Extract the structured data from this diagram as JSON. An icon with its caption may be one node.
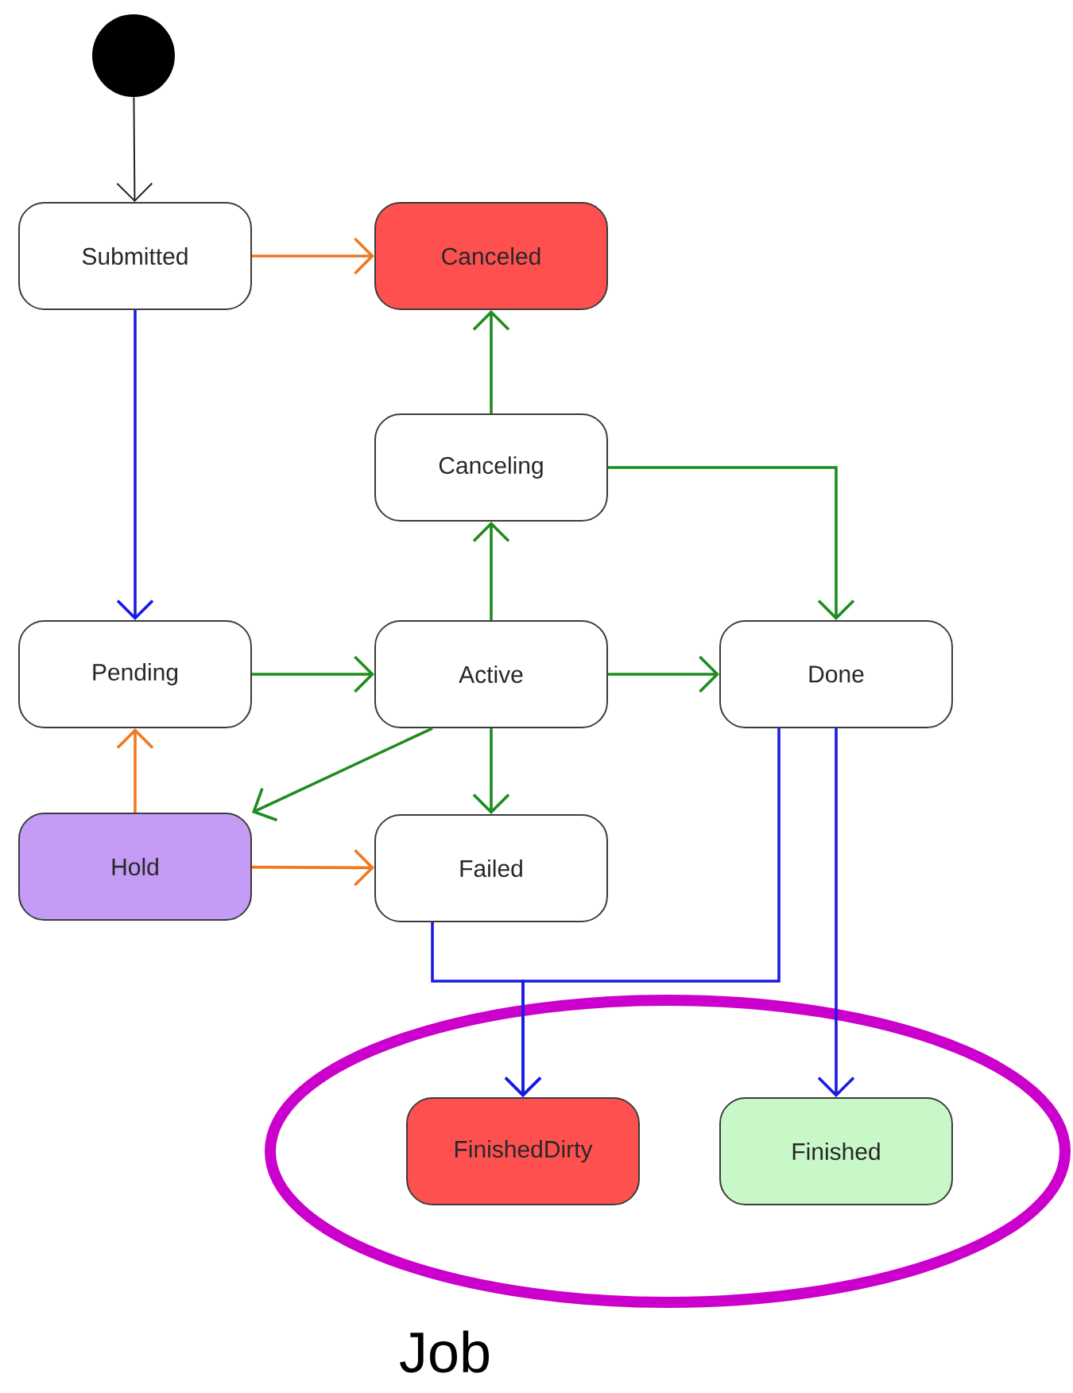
{
  "diagram": {
    "nodes": [
      {
        "text": [],
        "shape": "circle"
      },
      {
        "text": [
          "Submitted"
        ]
      },
      {
        "text": [
          "Canceled"
        ]
      },
      {
        "text": [
          "Canceling"
        ]
      },
      {
        "text": [
          "Pending"
        ]
      },
      {
        "text": [
          "Active"
        ]
      },
      {
        "text": [
          "Done"
        ]
      },
      {
        "text": [
          "Hold"
        ]
      },
      {
        "text": [
          "Failed"
        ]
      },
      {
        "text": [
          "FinishedDirty"
        ]
      },
      {
        "text": [
          "Finished"
        ]
      }
    ],
    "edges": [
      {
        "from": 0,
        "to": 1,
        "arrow": "to",
        "color": "#222222"
      },
      {
        "from": 1,
        "to": 2,
        "arrow": "to",
        "color": "#f07820"
      },
      {
        "from": 1,
        "to": 4,
        "arrow": "to",
        "color": "#1a1ae6"
      },
      {
        "from": 3,
        "to": 2,
        "arrow": "to"
      },
      {
        "from": 3,
        "to": 6,
        "arrow": "to"
      },
      {
        "from": 4,
        "to": 5,
        "arrow": "to"
      },
      {
        "from": 5,
        "to": 3,
        "arrow": "to"
      },
      {
        "from": 5,
        "to": 6,
        "arrow": "to"
      },
      {
        "from": 5,
        "to": 7,
        "arrow": "to"
      },
      {
        "from": 5,
        "to": 8,
        "arrow": "to"
      },
      {
        "from": 7,
        "to": 4,
        "arrow": "to",
        "color": "#f07820"
      },
      {
        "from": 7,
        "to": 8,
        "arrow": "to",
        "color": "#f07820"
      },
      {
        "from": 8,
        "to": 9,
        "arrow": "to",
        "color": "#1a1ae6"
      },
      {
        "from": 6,
        "to": 9,
        "arrow": "to",
        "color": "#1a1ae6"
      },
      {
        "from": 6,
        "to": 10,
        "arrow": "to",
        "color": "#1a1ae6"
      }
    ],
    "labels": [
      "Job"
    ]
  }
}
